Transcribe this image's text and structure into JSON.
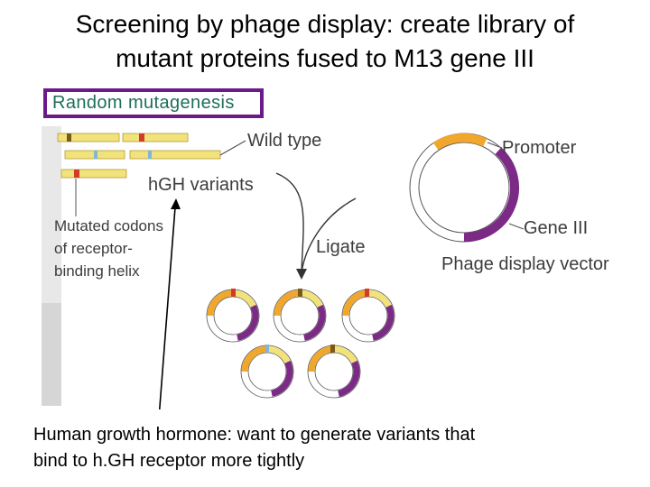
{
  "title": {
    "line1": "Screening by phage display: create library of",
    "line2": "mutant proteins fused to M13 gene III"
  },
  "mutagenesis_label": "Random mutagenesis",
  "figure": {
    "wild_type": "Wild type",
    "hgh_variants": "hGH variants",
    "mutated_codons": [
      "Mutated codons",
      "of receptor-",
      "binding helix"
    ],
    "ligate": "Ligate",
    "promoter": "Promoter",
    "gene3": "Gene III",
    "vector": "Phage display vector"
  },
  "caption": {
    "line1": "Human growth hormone: want to generate variants that",
    "line2": "bind to h.GH receptor more tightly"
  },
  "colors": {
    "accent_border": "#6b1a8a",
    "mutagenesis_text": "#1e6e5a",
    "gene_bar": "#f2e27a",
    "promoter": "#f0a72c",
    "gene3": "#7b2a86",
    "mutation_red": "#d23b2c",
    "mutation_blue": "#7fb7d6"
  }
}
